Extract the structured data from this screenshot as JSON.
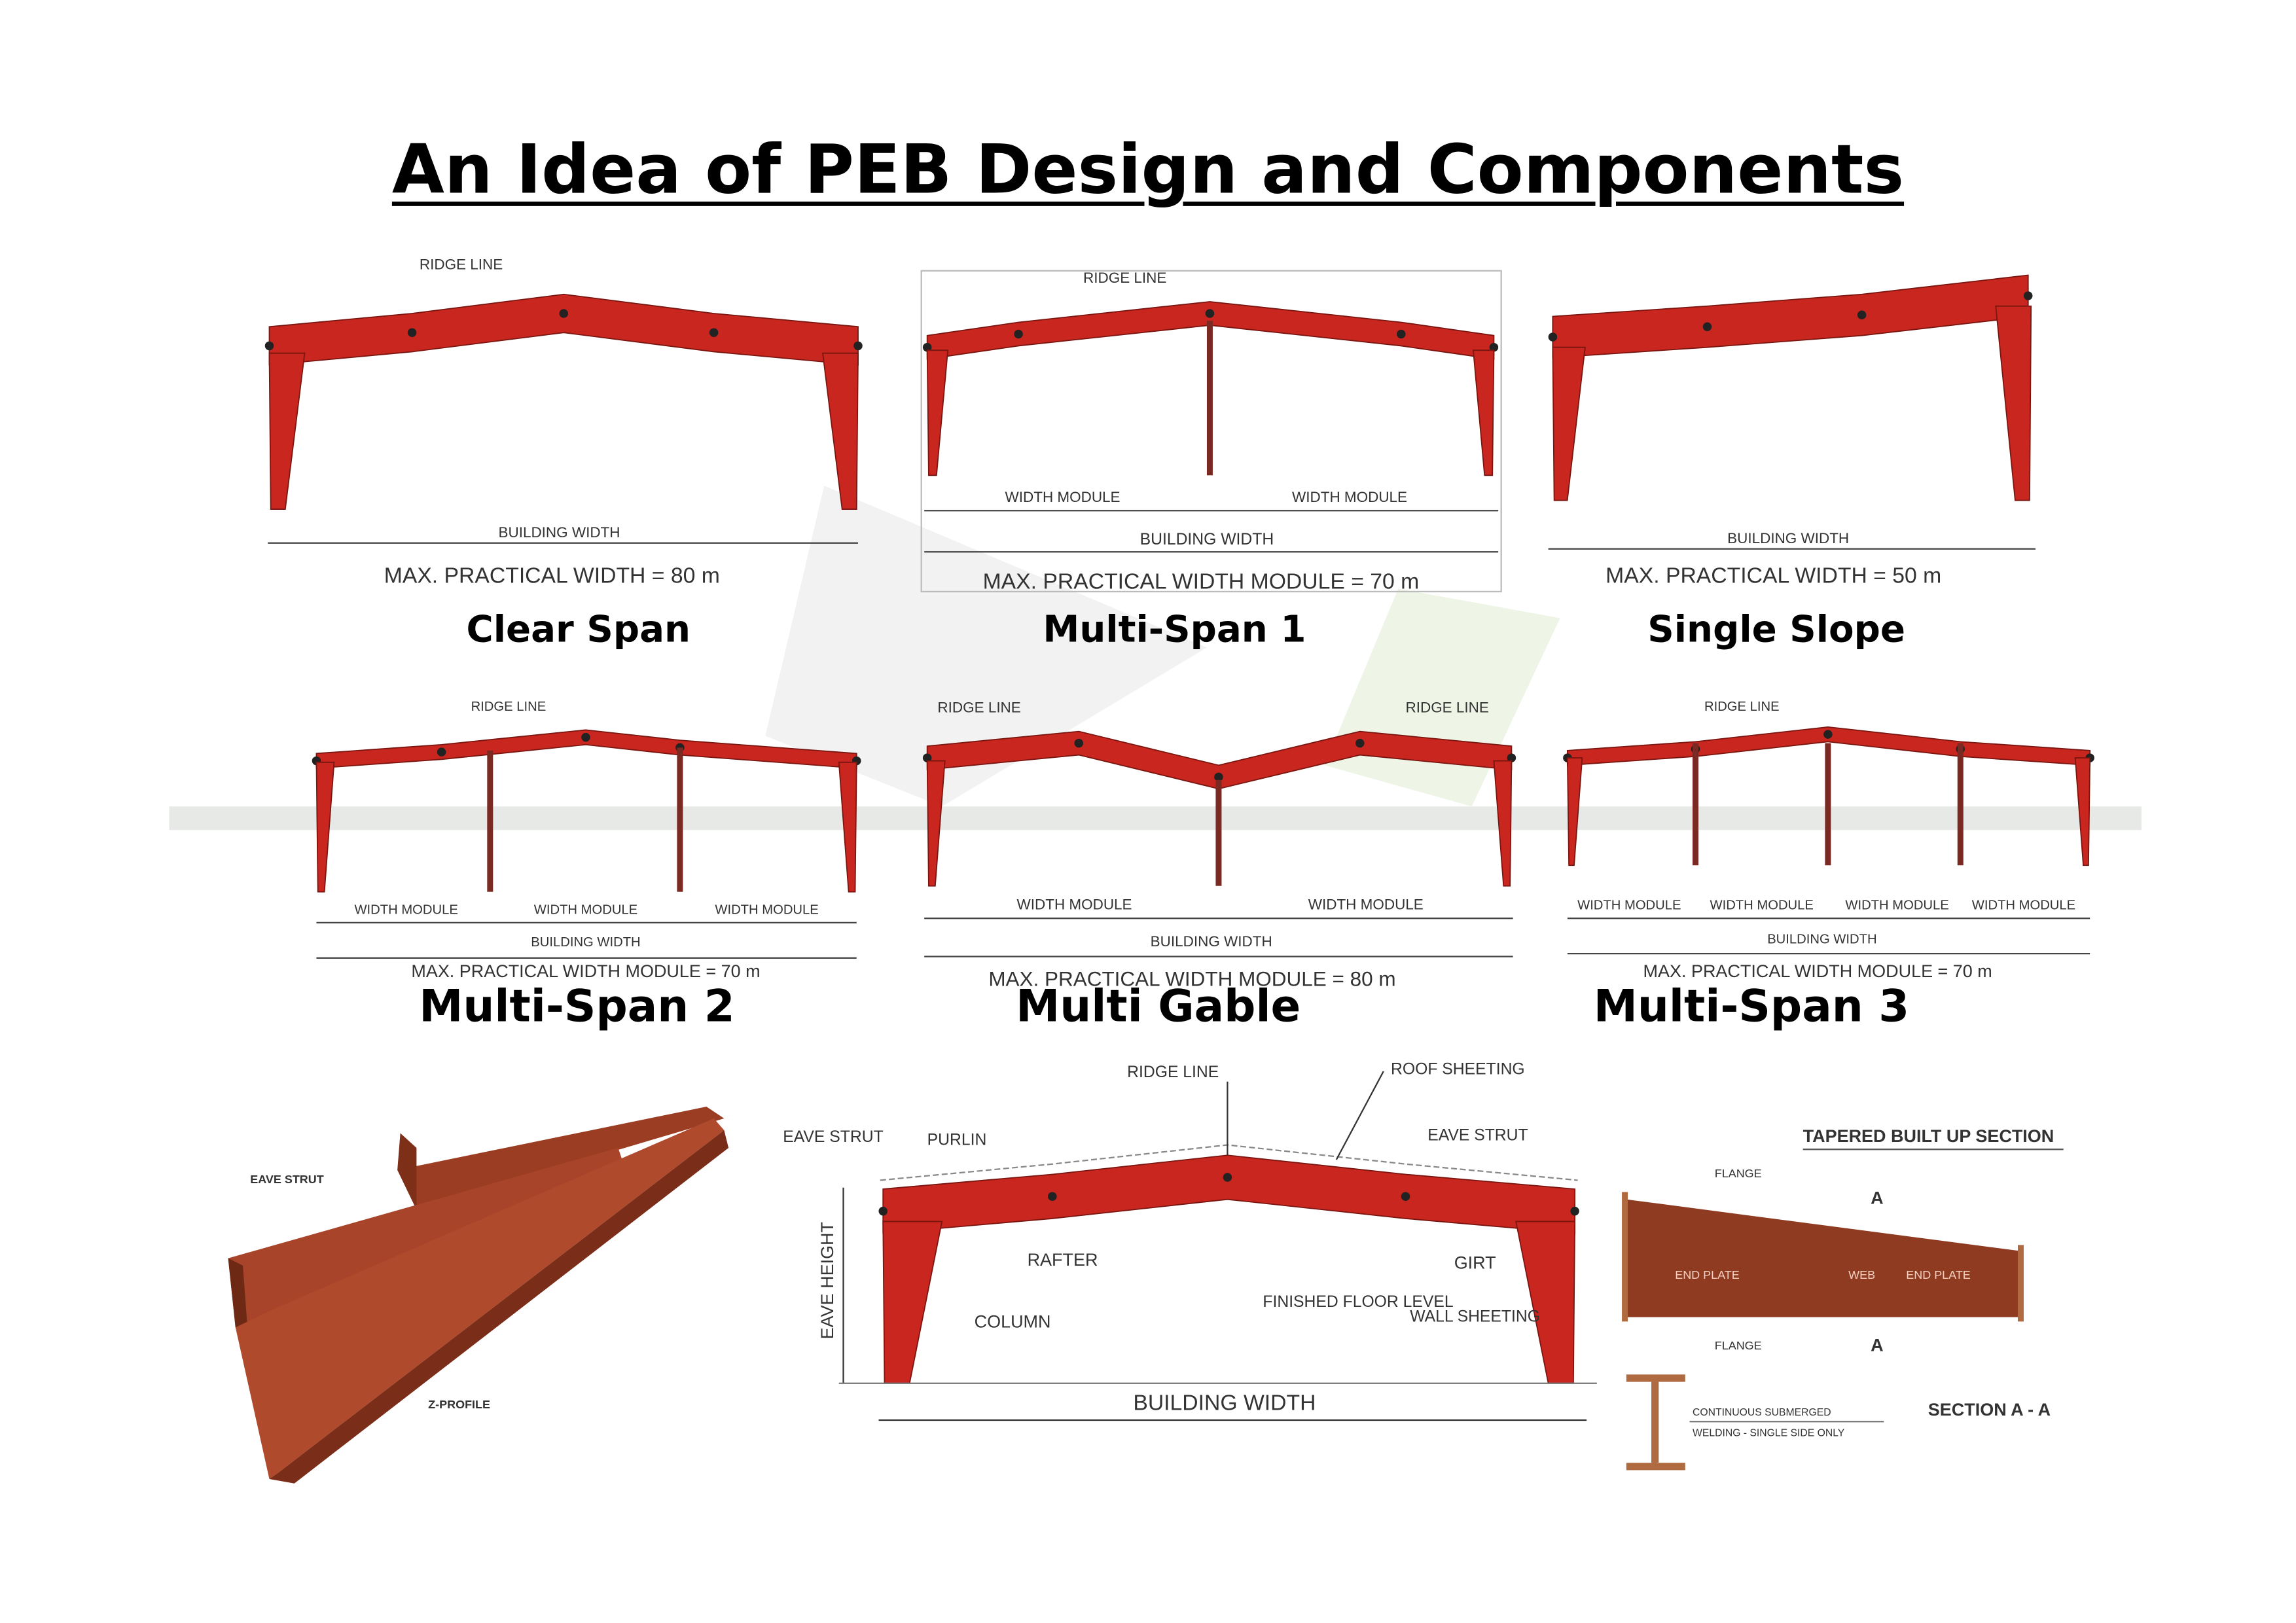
{
  "title": "An Idea of PEB Design and Components",
  "colors": {
    "frame": "#c8261e",
    "frame_dark": "#7a1510",
    "steel": "#8f3b22",
    "text": "#000000"
  },
  "panels": {
    "clear_span": {
      "caption": "Clear Span",
      "ridge": "RIDGE LINE",
      "width": "BUILDING WIDTH",
      "max": "MAX. PRACTICAL WIDTH = 80 m"
    },
    "multi_span_1": {
      "caption": "Multi-Span 1",
      "ridge": "RIDGE LINE",
      "module": "WIDTH MODULE",
      "width": "BUILDING WIDTH",
      "max": "MAX. PRACTICAL WIDTH MODULE = 70 m"
    },
    "single_slope": {
      "caption": "Single Slope",
      "width": "BUILDING WIDTH",
      "max": "MAX. PRACTICAL WIDTH = 50 m"
    },
    "multi_span_2": {
      "caption": "Multi-Span 2",
      "ridge": "RIDGE LINE",
      "module": "WIDTH MODULE",
      "width": "BUILDING WIDTH",
      "max": "MAX. PRACTICAL WIDTH MODULE = 70 m"
    },
    "multi_gable": {
      "caption": "Multi Gable",
      "ridge": "RIDGE LINE",
      "module": "WIDTH MODULE",
      "width": "BUILDING WIDTH",
      "max": "MAX. PRACTICAL WIDTH MODULE = 80 m"
    },
    "multi_span_3": {
      "caption": "Multi-Span 3",
      "ridge": "RIDGE LINE",
      "module": "WIDTH MODULE",
      "width": "BUILDING WIDTH",
      "max": "MAX. PRACTICAL WIDTH MODULE = 70 m"
    }
  },
  "zprofile": {
    "eave_strut": "EAVE STRUT",
    "z_profile": "Z-PROFILE"
  },
  "components": {
    "ridge_line": "RIDGE LINE",
    "roof_sheeting": "ROOF SHEETING",
    "eave_strut_left": "EAVE STRUT",
    "eave_strut_right": "EAVE STRUT",
    "purlin": "PURLIN",
    "rafter": "RAFTER",
    "girt": "GIRT",
    "column": "COLUMN",
    "finished_floor_level": "FINISHED FLOOR LEVEL",
    "wall_sheeting": "WALL SHEETING",
    "eave_height": "EAVE HEIGHT",
    "building_width": "BUILDING WIDTH"
  },
  "tapered": {
    "title": "TAPERED BUILT UP SECTION",
    "flange_top": "FLANGE",
    "flange_bottom": "FLANGE",
    "end_plate_left": "END PLATE",
    "web": "WEB",
    "end_plate_right": "END PLATE",
    "section_mark": "A",
    "welding_1": "CONTINUOUS SUBMERGED",
    "welding_2": "WELDING - SINGLE SIDE ONLY",
    "section_title": "SECTION A - A"
  }
}
